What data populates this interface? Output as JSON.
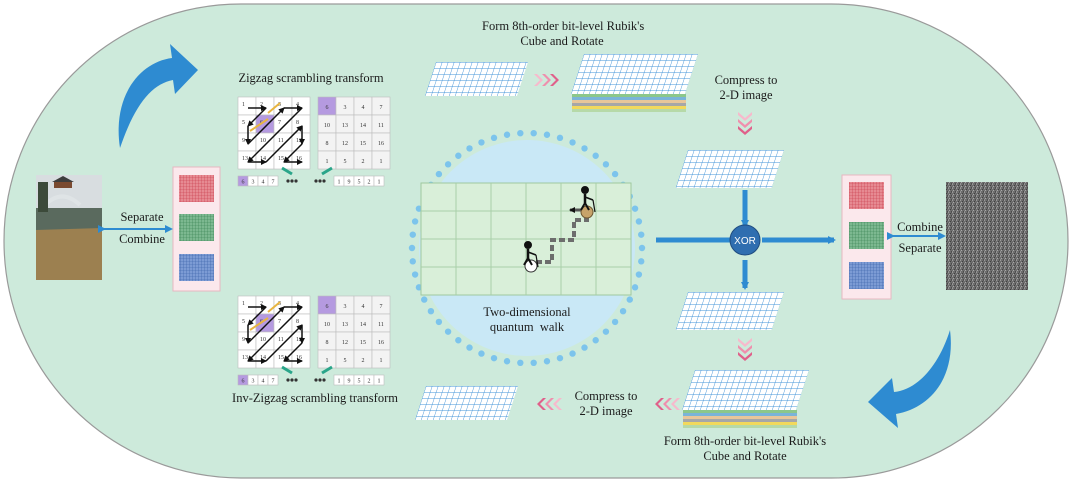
{
  "labels": {
    "form_cube_top_l1": "Form 8th-order bit-level Rubik's",
    "form_cube_top_l2": "Cube and Rotate",
    "zigzag_title": "Zigzag scrambling transform",
    "compress_right_l1": "Compress to",
    "compress_right_l2": "2-D image",
    "separate_left": "Separate",
    "combine_left": "Combine",
    "combine_right": "Combine",
    "separate_right": "Separate",
    "xor": "XOR",
    "walk_l1": "Two-dimensional",
    "walk_l2": "quantum  walk",
    "inv_zigzag_title": "Inv-Zigzag scrambling transform",
    "compress_bottom_l1": "Compress to",
    "compress_bottom_l2": "2-D image",
    "form_cube_bottom_l1": "Form 8th-order bit-level Rubik's",
    "form_cube_bottom_l2": "Cube and Rotate"
  },
  "zigzag_top": {
    "grid": [
      "1",
      "2",
      "3",
      "4",
      "5",
      "6",
      "7",
      "8",
      "9",
      "10",
      "11",
      "12",
      "13",
      "14",
      "15",
      "16"
    ],
    "scrambled": [
      "6",
      "3",
      "4",
      "7",
      "10",
      "13",
      "14",
      "11",
      "8",
      "12",
      "15",
      "16",
      "1",
      "5",
      "2",
      "1"
    ],
    "sequence_head": [
      "6",
      "3",
      "4",
      "7"
    ],
    "sequence_tail": [
      "1",
      "9",
      "5",
      "2",
      "1"
    ]
  },
  "zigzag_bottom": {
    "grid": [
      "1",
      "2",
      "3",
      "4",
      "5",
      "6",
      "7",
      "8",
      "9",
      "10",
      "11",
      "12",
      "13",
      "14",
      "15",
      "16"
    ],
    "scrambled": [
      "6",
      "3",
      "4",
      "7",
      "10",
      "13",
      "14",
      "11",
      "8",
      "12",
      "15",
      "16",
      "1",
      "5",
      "2",
      "1"
    ],
    "sequence_head": [
      "6",
      "3",
      "4",
      "7"
    ],
    "sequence_tail": [
      "1",
      "9",
      "5",
      "2",
      "1"
    ]
  },
  "colors": {
    "background_oval": "#cdeadb",
    "oval_border": "#9a9a9a",
    "arrow_blue": "#2e8bd1",
    "grid_blue": "#3b8fd6",
    "chevron_pink": "#e0608a",
    "xor_fill": "#2f6eb0",
    "red_channel": "#d9545f",
    "green_channel": "#4f9a6a",
    "blue_channel": "#4a72b8",
    "purple_cell": "#b59ae0"
  },
  "icons": [
    "curved-arrow-icon",
    "walker-icon",
    "chevron-icon",
    "arrow-icon"
  ]
}
